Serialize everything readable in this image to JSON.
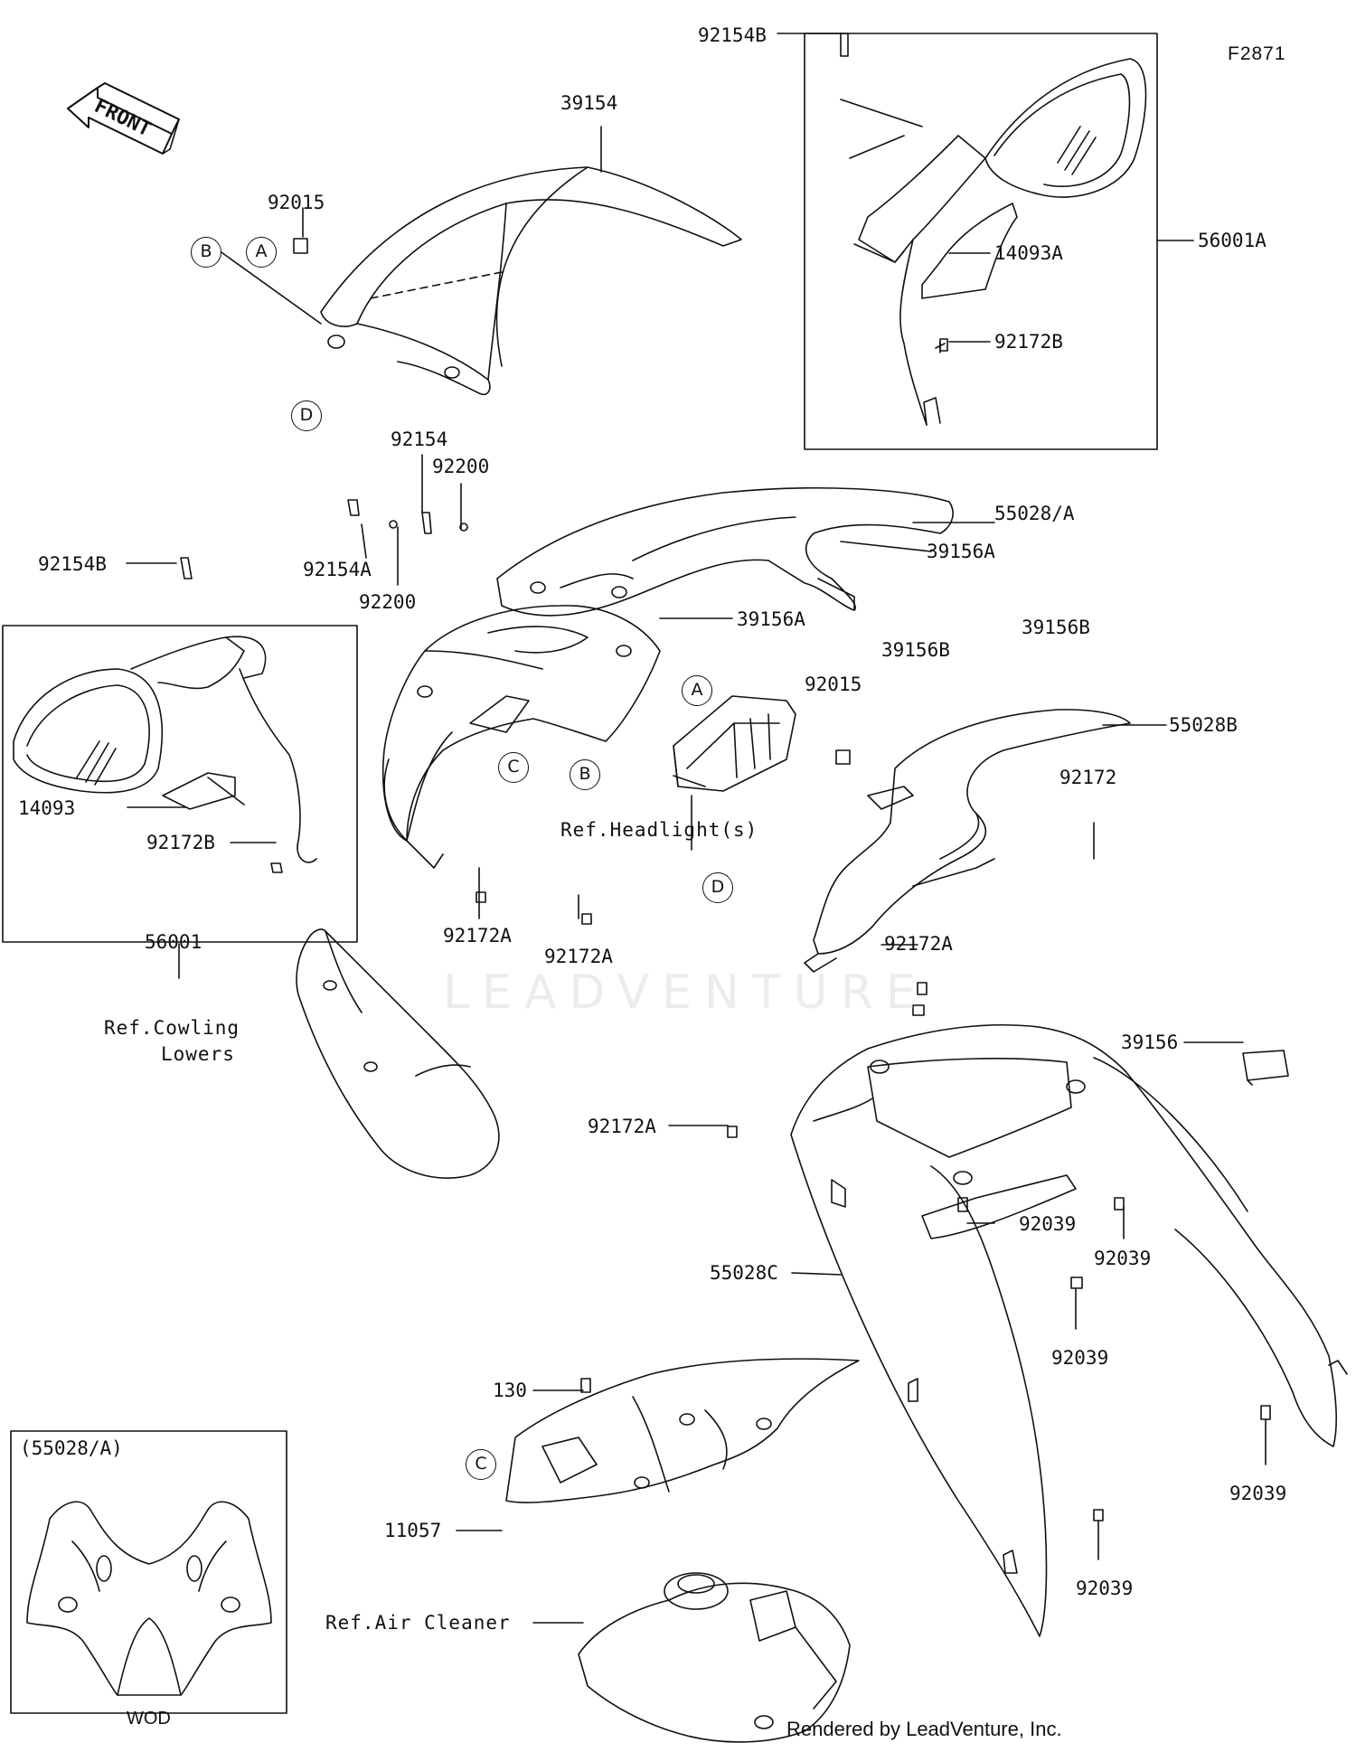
{
  "figure_id": "F2871",
  "front_label": "FRONT",
  "rendered_by": "Rendered by LeadVenture, Inc.",
  "watermark": "LEADVENTURE",
  "inset": {
    "title": "(55028/A)",
    "caption": "WOD"
  },
  "callouts": {
    "A": "A",
    "B": "B",
    "C": "C",
    "D": "D"
  },
  "labels": {
    "p39154": "39154",
    "p92015_top": "92015",
    "p92154B_top": "92154B",
    "p56001A": "56001A",
    "p14093A": "14093A",
    "p92172B_right": "92172B",
    "p92154": "92154",
    "p92200_top": "92200",
    "p92154A": "92154A",
    "p92200_bottom": "92200",
    "p55028A": "55028/A",
    "p39156A_1": "39156A",
    "p39156A_2": "39156A",
    "p92154B_left": "92154B",
    "p14093": "14093",
    "p92172B_left": "92172B",
    "p56001": "56001",
    "p39156B_1": "39156B",
    "p39156B_2": "39156B",
    "p92015_mid": "92015",
    "p55028B": "55028B",
    "p92172": "92172",
    "p92172A_1": "92172A",
    "p92172A_2": "92172A",
    "p92172A_3": "92172A",
    "p92172A_4": "92172A",
    "p39156": "39156",
    "p92039_1": "92039",
    "p92039_2": "92039",
    "p92039_3": "92039",
    "p92039_4": "92039",
    "p92039_5": "92039",
    "p55028C": "55028C",
    "p130": "130",
    "p11057": "11057"
  },
  "references": {
    "headlight": "Ref.Headlight(s)",
    "cowling_line1": "Ref.Cowling",
    "cowling_line2": "Lowers",
    "air_cleaner": "Ref.Air Cleaner"
  }
}
